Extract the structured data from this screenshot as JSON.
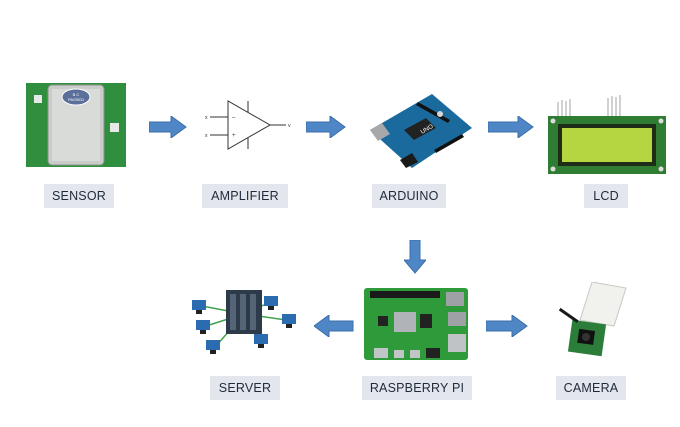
{
  "diagram": {
    "nodes": [
      {
        "id": "sensor",
        "label": "SENSOR",
        "image": "pir-motion-sensor-icon",
        "sticker_text": "B C\nPASSED"
      },
      {
        "id": "amplifier",
        "label": "AMPLIFIER",
        "image": "op-amp-symbol-icon"
      },
      {
        "id": "arduino",
        "label": "ARDUINO",
        "image": "arduino-board-icon"
      },
      {
        "id": "lcd",
        "label": "LCD",
        "image": "lcd-display-icon"
      },
      {
        "id": "raspberry_pi",
        "label": "RASPBERRY PI",
        "image": "raspberry-pi-board-icon"
      },
      {
        "id": "server",
        "label": "SERVER",
        "image": "server-network-icon"
      },
      {
        "id": "camera",
        "label": "CAMERA",
        "image": "camera-module-icon"
      }
    ],
    "edges": [
      {
        "from": "sensor",
        "to": "amplifier"
      },
      {
        "from": "amplifier",
        "to": "arduino"
      },
      {
        "from": "arduino",
        "to": "lcd"
      },
      {
        "from": "arduino",
        "to": "raspberry_pi"
      },
      {
        "from": "raspberry_pi",
        "to": "server"
      },
      {
        "from": "raspberry_pi",
        "to": "camera"
      }
    ],
    "colors": {
      "arrow": "#4f86c6",
      "arrow_stroke": "#3a6ea8",
      "label_bg": "#e3e6ec",
      "pcb_green": "#2e8b3a",
      "arduino_blue": "#1b6a9e",
      "lcd_screen": "#b5d640"
    }
  }
}
